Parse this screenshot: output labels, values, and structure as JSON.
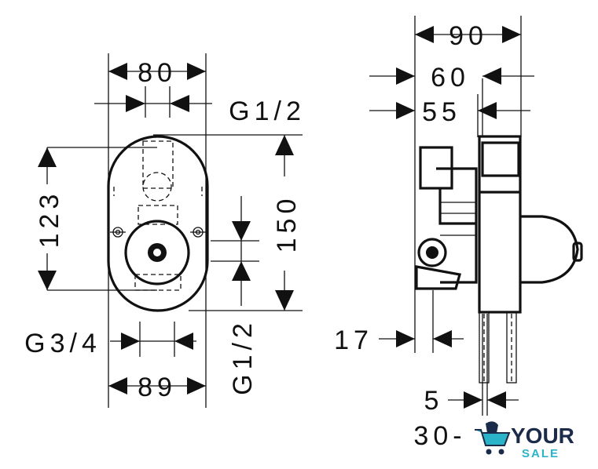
{
  "labels": {
    "dim_80": "80",
    "dim_g12_top": "G1/2",
    "dim_123": "123",
    "dim_150": "150",
    "dim_g34": "G3/4",
    "dim_g12_side": "G1/2",
    "dim_89": "89",
    "dim_90": "90",
    "dim_60": "60",
    "dim_55": "55",
    "dim_17": "17",
    "dim_5": "5",
    "dim_30": "30-"
  },
  "logo": {
    "brand_top": "YOUR",
    "brand_bottom": "SALE",
    "brand_color": "#1b2b4a",
    "accent_color": "#2bb3c8",
    "icon": "shopping-cart-hand-icon"
  }
}
